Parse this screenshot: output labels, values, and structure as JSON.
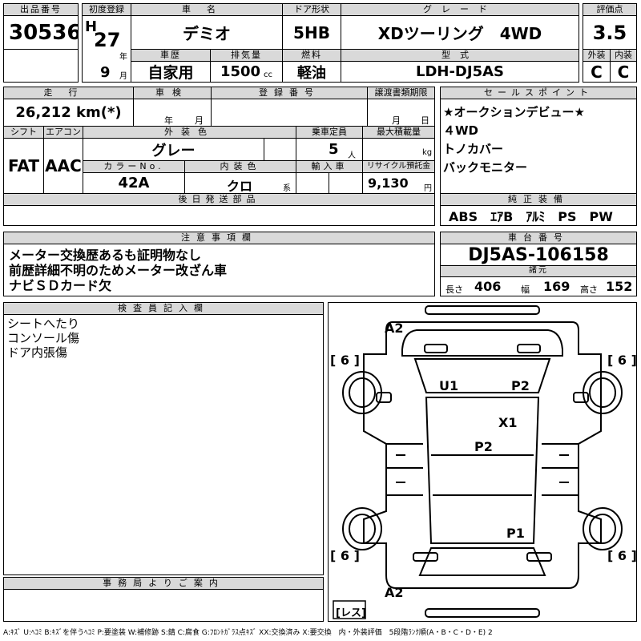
{
  "header": {
    "lot_number_label": "出品番号",
    "lot_number": "30536",
    "first_reg_label": "初度登録",
    "era": "H",
    "reg_year": "27",
    "year_unit": "年",
    "reg_month": "9",
    "month_unit": "月",
    "car_name_label": "車名",
    "car_name": "デミオ",
    "door_label": "ドア形状",
    "door": "5HB",
    "grade_label": "グレード",
    "grade": "XDツーリング　4WD",
    "score_label": "評価点",
    "score": "3.5",
    "history_label": "車歴",
    "history": "自家用",
    "displacement_label": "排気量",
    "displacement": "1500",
    "displacement_unit": "cc",
    "fuel_label": "燃料",
    "fuel": "軽油",
    "model_code_label": "型式",
    "model_code": "LDH-DJ5AS",
    "exterior_label": "外装",
    "exterior_grade": "C",
    "interior_label": "内装",
    "interior_grade": "C"
  },
  "mid": {
    "mileage_label": "走行",
    "mileage": "26,212 km(*)",
    "inspection_label": "車検",
    "insp_year_unit": "年",
    "insp_month_unit": "月",
    "plate_label": "登録番号",
    "transfer_label": "譲渡書類期限",
    "transfer_month_unit": "月",
    "transfer_day_unit": "日",
    "shift_label": "シフト",
    "shift": "FAT",
    "ac_label": "エアコン",
    "ac": "AAC",
    "color_label": "外装色",
    "color": "グレー",
    "capacity_label": "乗車定員",
    "capacity": "5",
    "capacity_unit": "人",
    "load_label": "最大積載量",
    "load_unit": "kg",
    "color_no_label": "カラーNo.",
    "color_no": "42A",
    "interior_color_label": "内装色",
    "interior_color": "クロ",
    "interior_color_unit": "系",
    "import_label": "輸入車",
    "recycle_label": "リサイクル預託金",
    "recycle": "9,130",
    "recycle_unit": "円",
    "later_parts_label": "後日発送部品"
  },
  "sales": {
    "label": "セールスポイント",
    "items": [
      "★オークションデビュー★",
      "４WD",
      "トノカバー",
      "バックモニター"
    ]
  },
  "equipment": {
    "label": "純正装備",
    "value": "ABS　ｴｱB　ｱﾙﾐ　PS　PW"
  },
  "notes": {
    "label": "注意事項欄",
    "lines": [
      "メーター交換歴あるも証明物なし",
      "前歴詳細不明のためメーター改ざん車",
      "ナビＳＤカード欠"
    ]
  },
  "chassis": {
    "label": "車台番号",
    "value": "DJ5AS-106158",
    "spec_label": "諸元",
    "length_label": "長さ",
    "length": "406",
    "width_label": "幅",
    "width": "169",
    "height_label": "高さ",
    "height": "152"
  },
  "inspector": {
    "label": "検査員記入欄",
    "lines": [
      "シートへたり",
      "コンソール傷",
      "ドア内張傷"
    ]
  },
  "office": {
    "label": "事務局よりご案内"
  },
  "diagram": {
    "tire_fl": "6",
    "tire_fr": "6",
    "tire_rl": "6",
    "tire_rr": "6",
    "marks": [
      "A2",
      "U1",
      "P2",
      "X1",
      "P2",
      "P1",
      "A2"
    ],
    "spare": "レス"
  },
  "legend": "A:ｷｽﾞ U:ﾍｺﾐ B:ｷｽﾞを伴うﾍｺﾐ P:要塗装 W:補修跡 S:錆 C:腐食 G:ﾌﾛﾝﾄｶﾞﾗｽ点ｷｽﾞ XX:交換済み X:要交換　内・外装評価　5段階ﾗﾝｸ順(A・B・C・D・E) 2"
}
